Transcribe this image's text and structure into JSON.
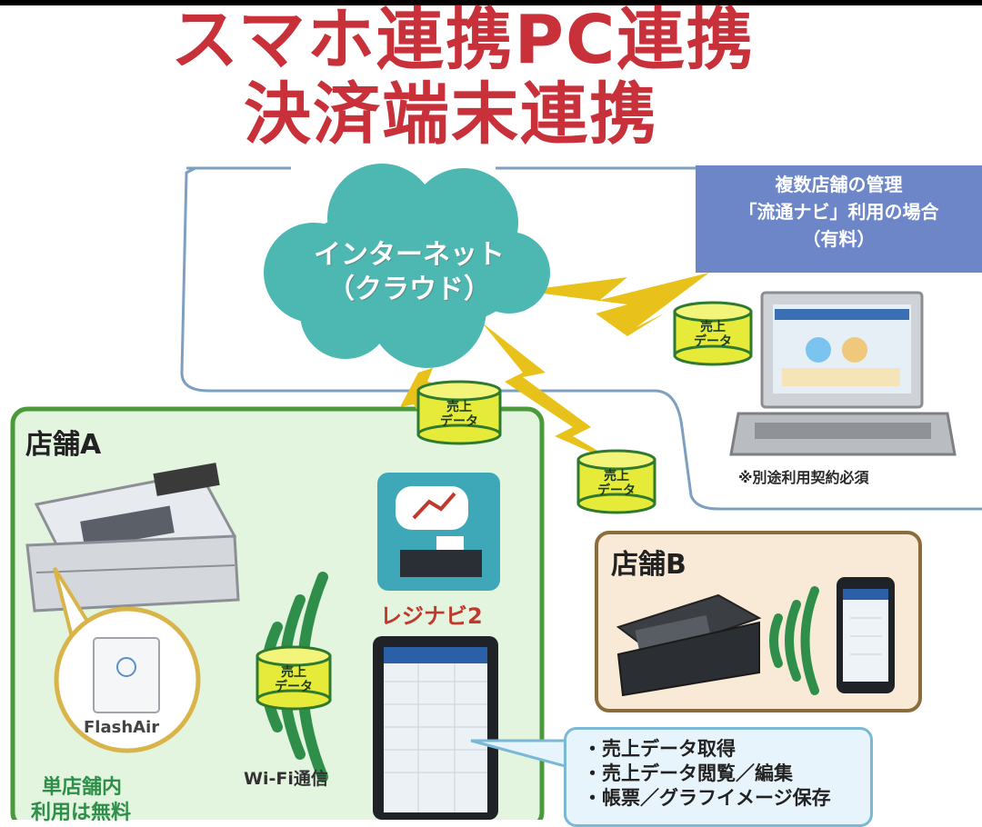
{
  "title": {
    "line1": "スマホ連携PC連携",
    "line2": "決済端末連携"
  },
  "cloud": {
    "line1": "インターネット",
    "line2": "（クラウド）"
  },
  "multi_store_box": {
    "line1": "複数店舗の管理",
    "line2": "「流通ナビ」利用の場合",
    "line3": "（有料）"
  },
  "pc_note": "※別途利用契約必須",
  "store_a": {
    "label": "店舗A",
    "card_brand": "FlashAir",
    "free_note_line1": "単店舗内",
    "free_note_line2": "利用は無料",
    "wifi_label": "Wi-Fi通信"
  },
  "store_b": {
    "label": "店舗B"
  },
  "app_name": "レジナビ2",
  "sales_data": {
    "line1": "売上",
    "line2": "データ"
  },
  "features": [
    "・売上データ取得",
    "・売上データ閲覧／編集",
    "・帳票／グラフイメージ保存"
  ],
  "colors": {
    "title": "#c8303a",
    "cloud": "#4db8b2",
    "store_a_bg": "#e3f4df",
    "store_a_border": "#4a9a3a",
    "store_b_bg": "#f8ead6",
    "store_b_border": "#8a6d3a",
    "lightning": "#e8c21a",
    "blue_box": "#6d86c8",
    "cylinder": "#e6eb3a"
  }
}
